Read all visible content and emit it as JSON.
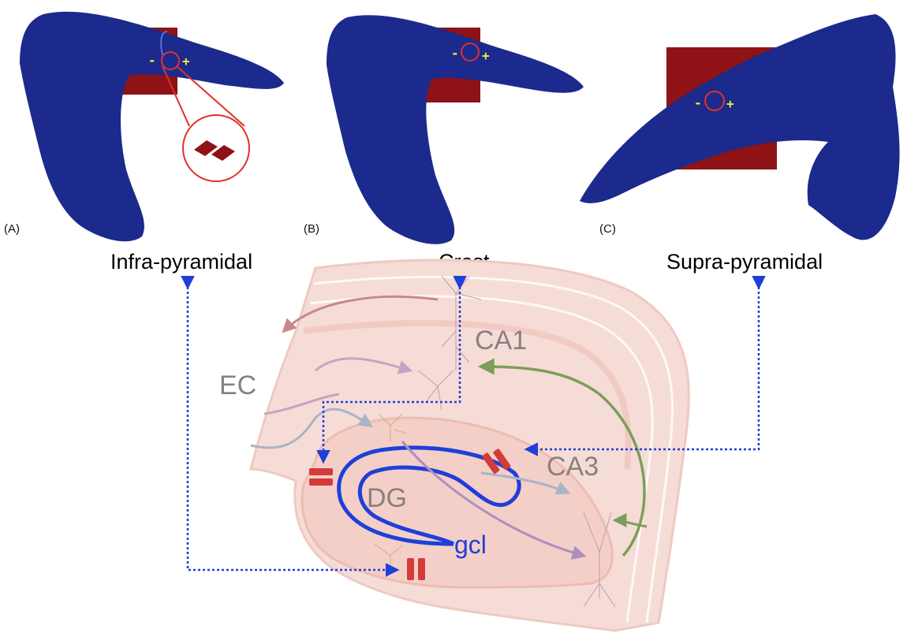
{
  "panels": [
    {
      "letter": "(A)",
      "title": "Infra-pyramidal",
      "minus": "-",
      "plus": "+"
    },
    {
      "letter": "(B)",
      "title": "Crest",
      "minus": "-",
      "plus": "+"
    },
    {
      "letter": "(C)",
      "title": "Supra-pyramidal",
      "minus": "-",
      "plus": "+"
    }
  ],
  "regions": {
    "ca1": "CA1",
    "ca3": "CA3",
    "ec": "EC",
    "dg": "DG",
    "gcl": "gcl"
  },
  "colors": {
    "hippocampus_mesh": "#1b2a8c",
    "electrode_plane": "#8e1216",
    "highlight_circle": "#e0302c",
    "sign_marks": "#f2ec3a",
    "tissue": "#f6dcd6",
    "gcl_line": "#1e3fd8",
    "electrode_pair": "#d43a3a",
    "link_arrows": "#1e3fd8",
    "ca1_arrow": "#c98888",
    "ec_arrow": "#c9a0c9",
    "dg_arrow": "#b0a3c6",
    "ca3_feedback_arrow": "#7c9e5a"
  }
}
